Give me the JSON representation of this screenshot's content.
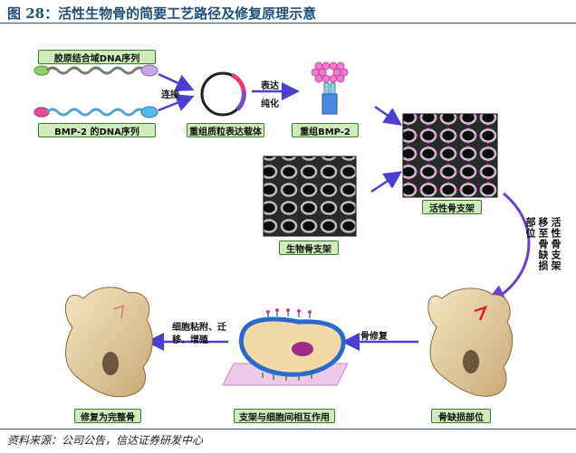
{
  "figure": {
    "title": "图 28：活性生物骨的简要工艺路径及修复原理示意",
    "source": "资料来源：公司公告，信达证券研发中心"
  },
  "labels": {
    "collagen_dna": "胶原结合域DNA序列",
    "bmp2_dna": "BMP-2 的DNA序列",
    "connect": "连接",
    "vector": "重组质粒表达载体",
    "express": "表达",
    "purify": "纯化",
    "rbmp2": "重组BMP-2",
    "active_scaffold": "活性骨支架",
    "bio_scaffold": "生物骨支架",
    "transplant": "活性骨支架移至骨缺损部位",
    "defect_site": "骨缺损部位",
    "bone_repair": "骨修复",
    "interaction": "支架与细胞间相互作用",
    "cell_steps": "细胞粘附、迁移、增殖",
    "complete_bone": "修复为完整骨"
  }
}
